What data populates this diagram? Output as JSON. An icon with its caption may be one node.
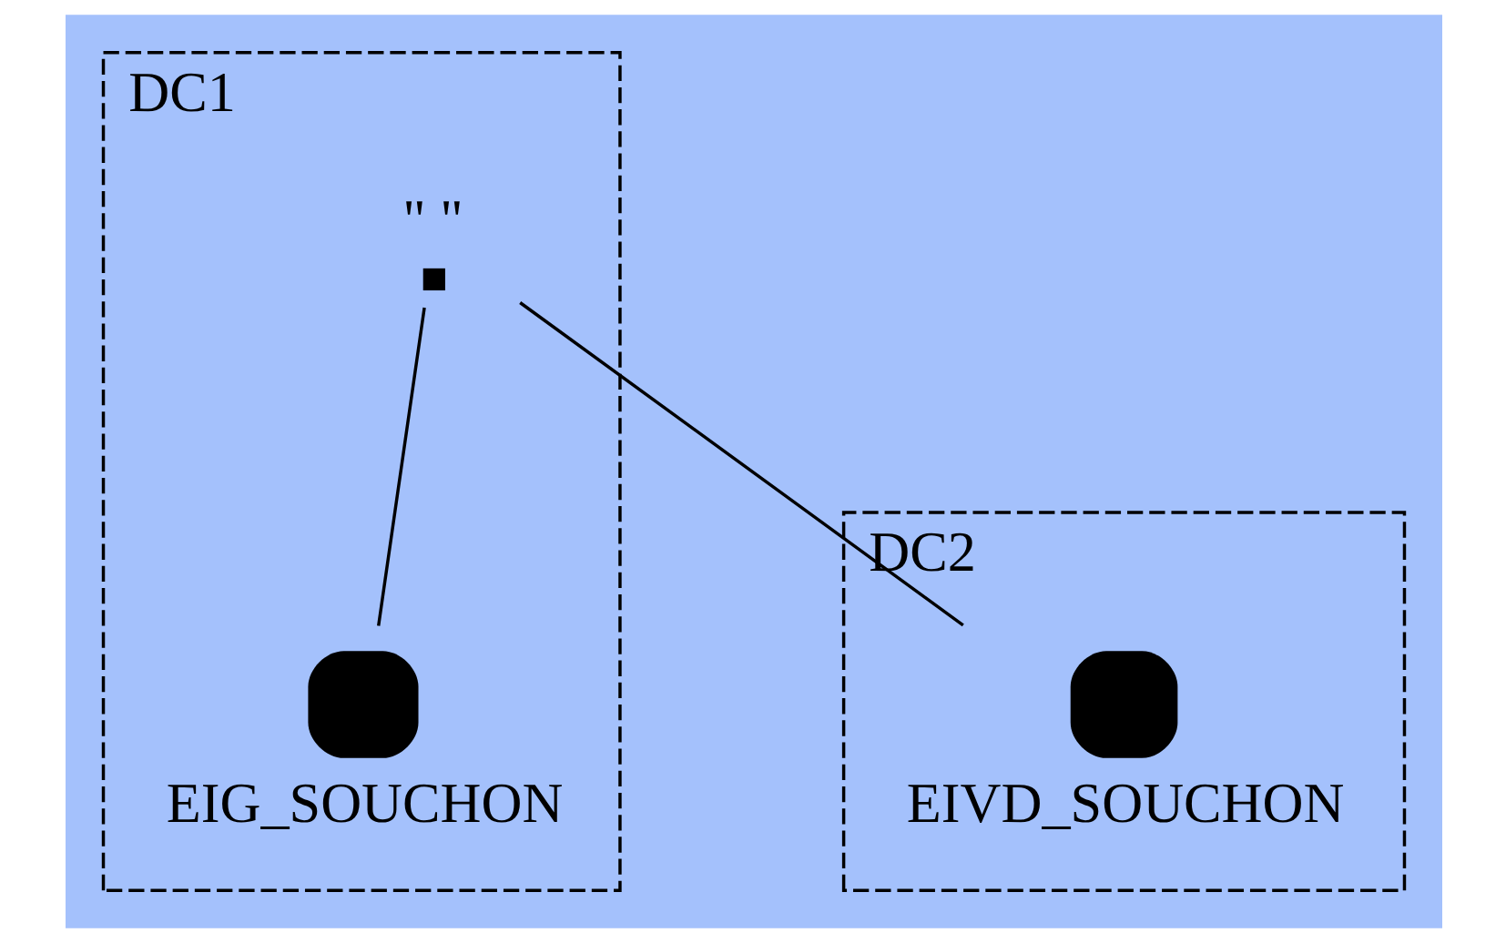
{
  "diagram": {
    "nodes": [
      {
        "text": [
          "DC1"
        ]
      },
      {
        "text": [
          "\" \""
        ],
        "in": 0
      },
      {
        "text": [
          "EIG_SOUCHON"
        ],
        "in": 0
      },
      {
        "text": [
          "DC2"
        ]
      },
      {
        "text": [
          "EIVD_SOUCHON"
        ],
        "in": 3
      }
    ],
    "edges": [
      {
        "from": 1,
        "to": 2,
        "arrow": "none"
      },
      {
        "from": 1,
        "to": 4,
        "arrow": "none"
      }
    ]
  }
}
